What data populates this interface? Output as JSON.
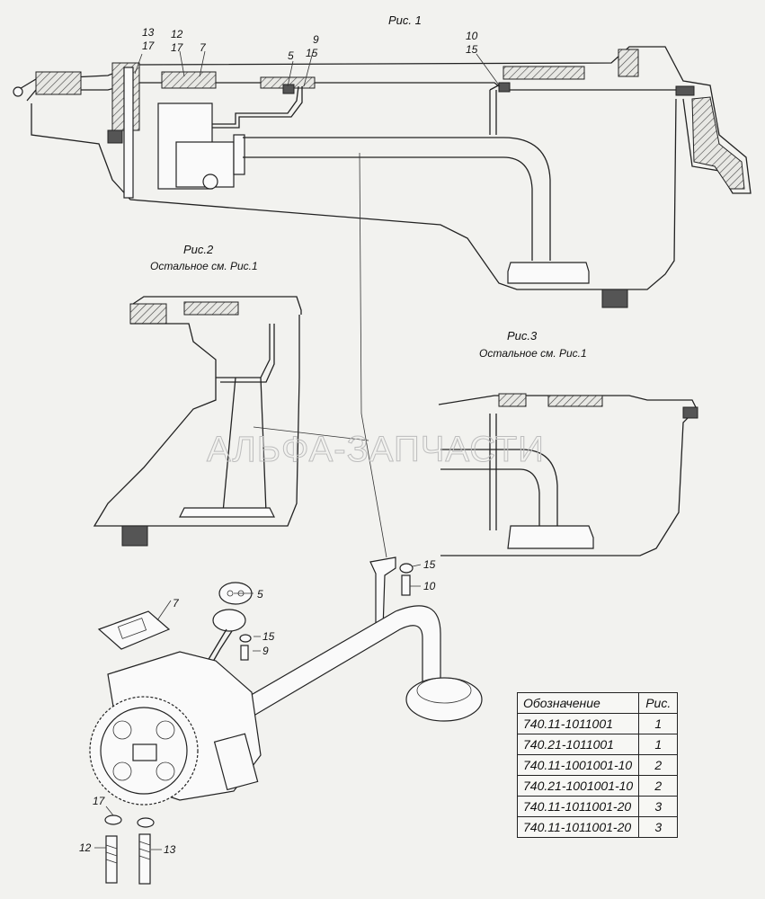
{
  "captions": {
    "fig1": "Рис. 1",
    "fig2": "Рис.2",
    "fig2_note": "Остальное см. Рис.1",
    "fig3": "Рис.3",
    "fig3_note": "Остальное см. Рис.1"
  },
  "watermark": "АЛЬФА-ЗАПЧАСТИ",
  "callouts": {
    "c13a": "13",
    "c17a": "17",
    "c12a": "12",
    "c17b": "17",
    "c7a": "7",
    "c5a": "5",
    "c9a": "9",
    "c15a": "15",
    "c10a": "10",
    "c15b": "15",
    "c7b": "7",
    "c5b": "5",
    "c15c": "15",
    "c9b": "9",
    "c15d": "15",
    "c10b": "10",
    "c17c": "17",
    "c12b": "12",
    "c13b": "13"
  },
  "table": {
    "headers": [
      "Обозначение",
      "Рис."
    ],
    "rows": [
      [
        "740.11-1011001",
        "1"
      ],
      [
        "740.21-1011001",
        "1"
      ],
      [
        "740.11-1001001-10",
        "2"
      ],
      [
        "740.21-1001001-10",
        "2"
      ],
      [
        "740.11-1011001-20",
        "3"
      ],
      [
        "740.11-1011001-20",
        "3"
      ]
    ]
  }
}
